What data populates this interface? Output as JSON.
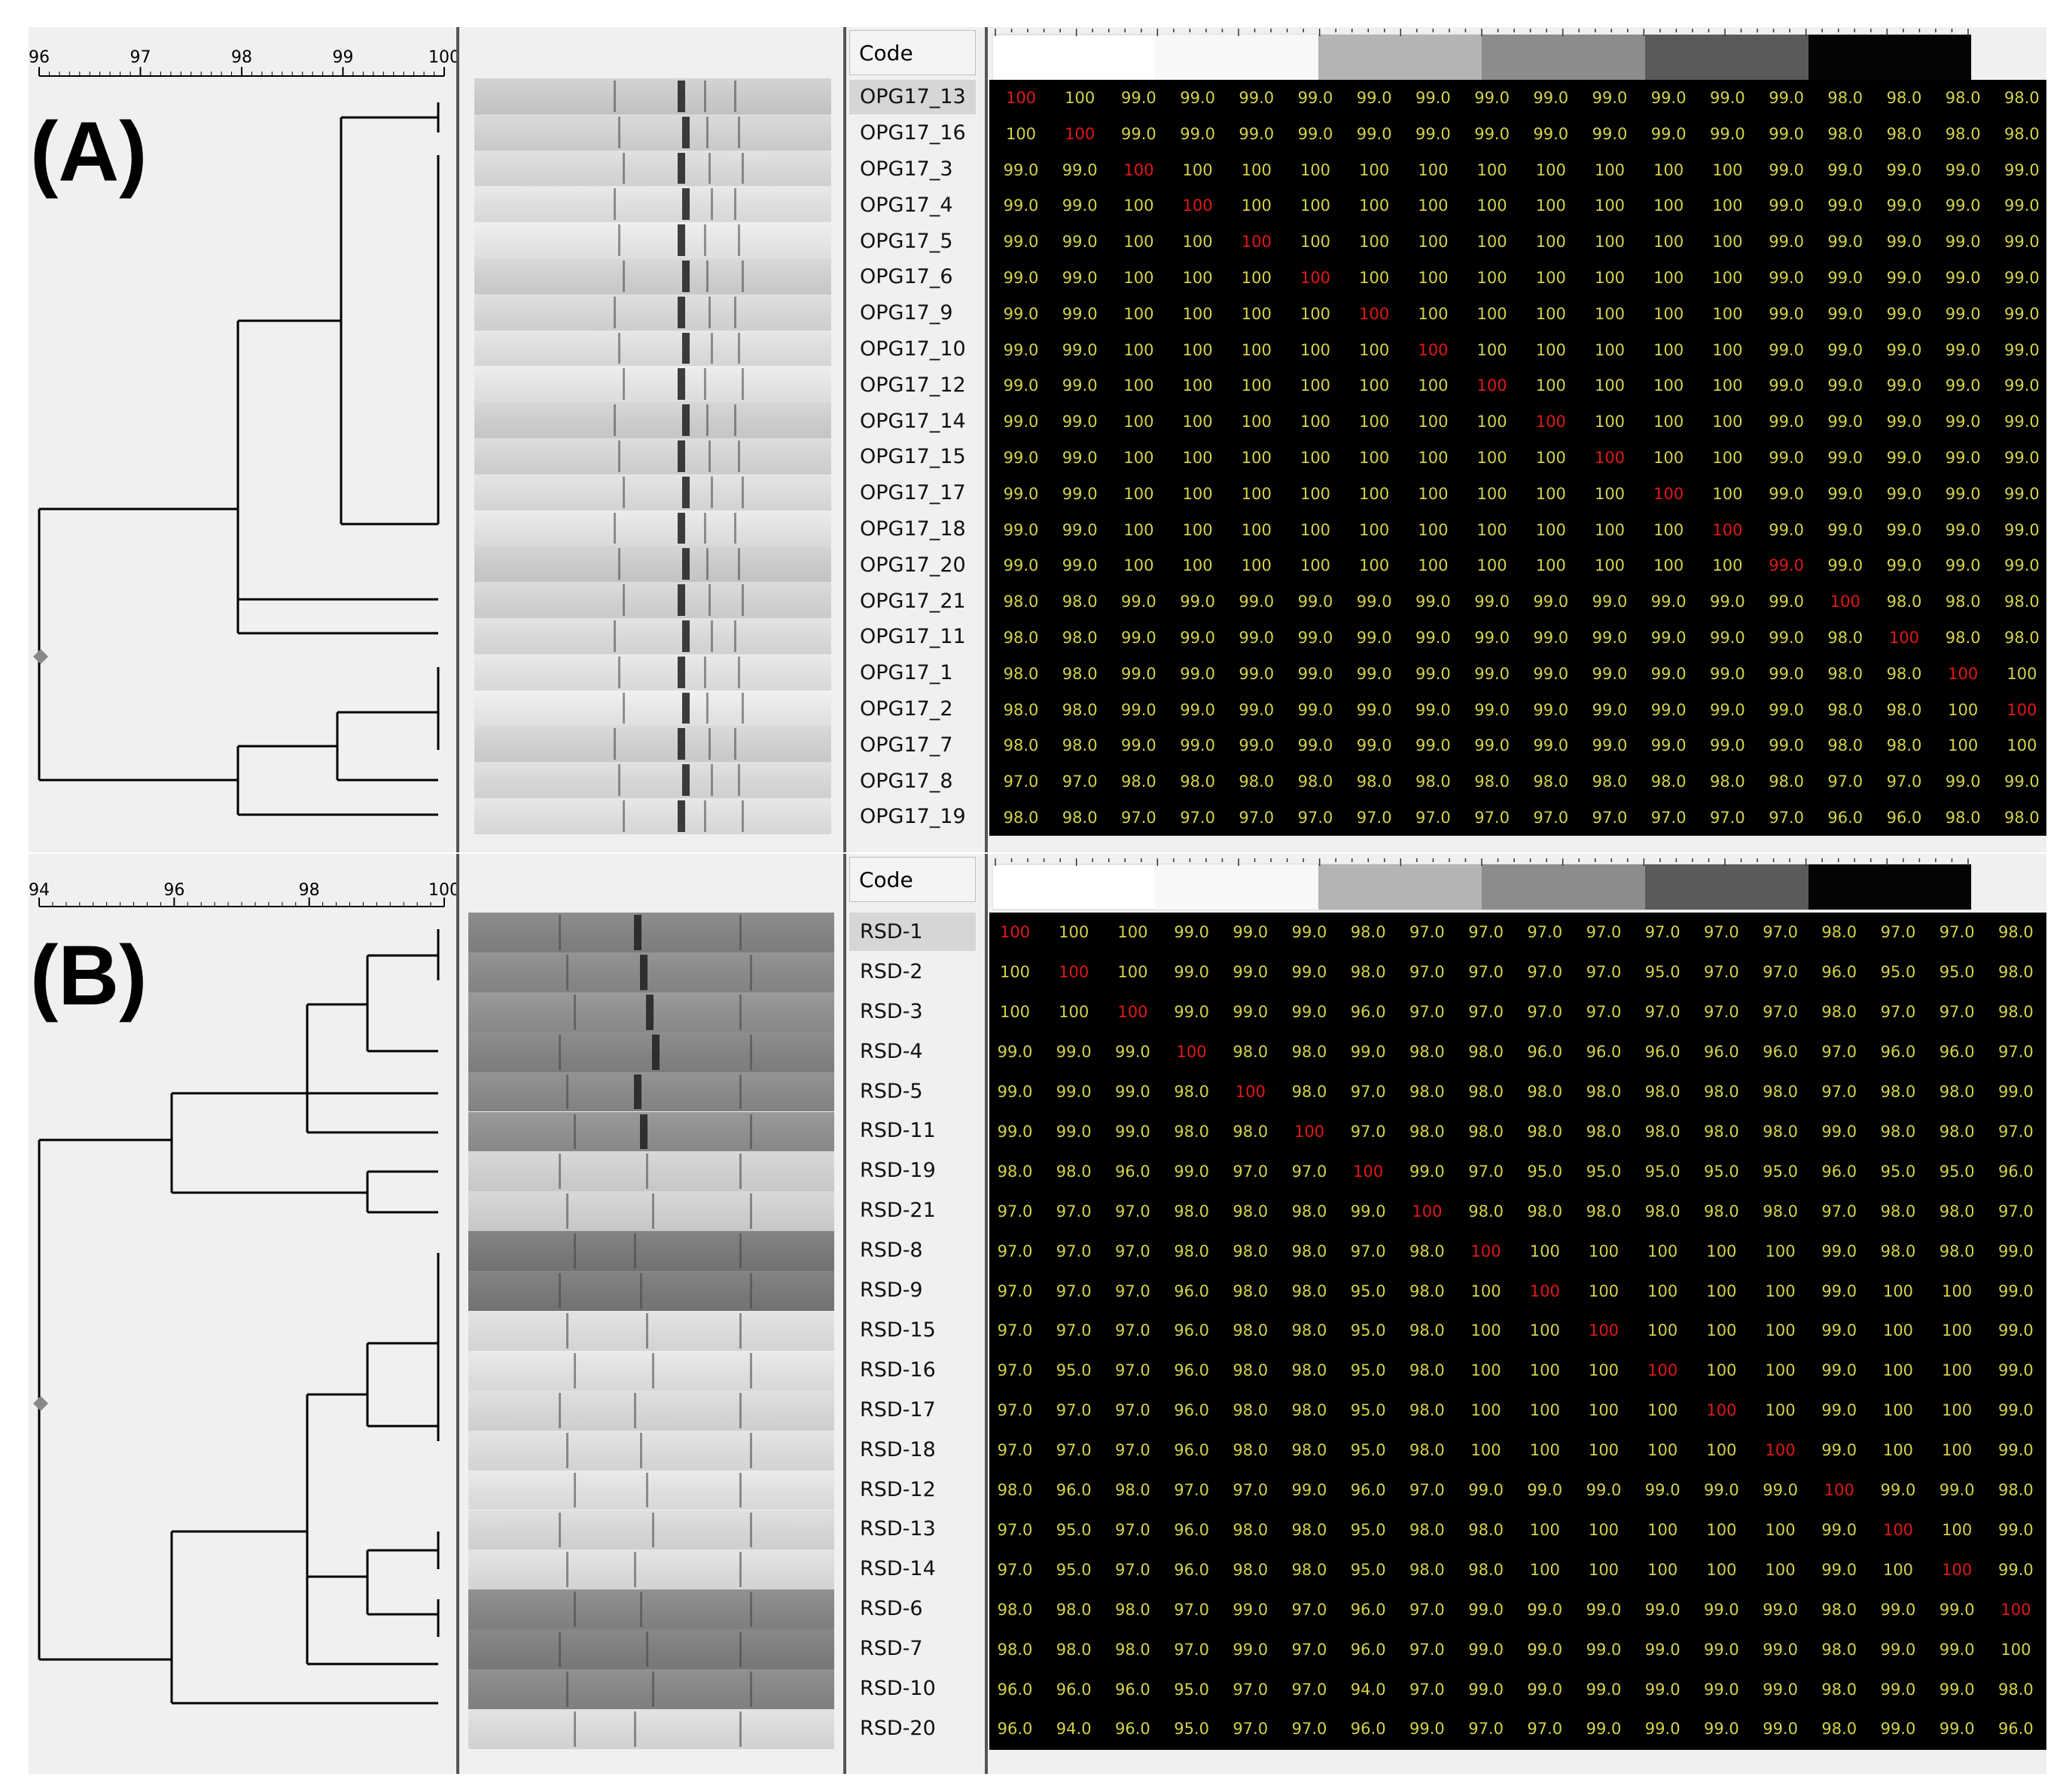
{
  "panels": [
    {
      "id": "A",
      "label": "(A)",
      "code_header": "Code",
      "scale_ticks": [
        "96",
        "97",
        "98",
        "99",
        "100"
      ],
      "rows": [
        "OPG17_13",
        "OPG17_16",
        "OPG17_3",
        "OPG17_4",
        "OPG17_5",
        "OPG17_6",
        "OPG17_9",
        "OPG17_10",
        "OPG17_12",
        "OPG17_14",
        "OPG17_15",
        "OPG17_17",
        "OPG17_18",
        "OPG17_20",
        "OPG17_21",
        "OPG17_11",
        "OPG17_1",
        "OPG17_2",
        "OPG17_7",
        "OPG17_8",
        "OPG17_19"
      ],
      "matrix": [
        [
          "100",
          "100",
          "99.0",
          "99.0",
          "99.0",
          "99.0",
          "99.0",
          "99.0",
          "99.0",
          "99.0",
          "99.0",
          "99.0",
          "99.0",
          "99.0",
          "98.0",
          "98.0",
          "98.0",
          "98.0"
        ],
        [
          "100",
          "100",
          "99.0",
          "99.0",
          "99.0",
          "99.0",
          "99.0",
          "99.0",
          "99.0",
          "99.0",
          "99.0",
          "99.0",
          "99.0",
          "99.0",
          "98.0",
          "98.0",
          "98.0",
          "98.0"
        ],
        [
          "99.0",
          "99.0",
          "100",
          "100",
          "100",
          "100",
          "100",
          "100",
          "100",
          "100",
          "100",
          "100",
          "100",
          "99.0",
          "99.0",
          "99.0",
          "99.0",
          "99.0"
        ],
        [
          "99.0",
          "99.0",
          "100",
          "100",
          "100",
          "100",
          "100",
          "100",
          "100",
          "100",
          "100",
          "100",
          "100",
          "99.0",
          "99.0",
          "99.0",
          "99.0",
          "99.0"
        ],
        [
          "99.0",
          "99.0",
          "100",
          "100",
          "100",
          "100",
          "100",
          "100",
          "100",
          "100",
          "100",
          "100",
          "100",
          "99.0",
          "99.0",
          "99.0",
          "99.0",
          "99.0"
        ],
        [
          "99.0",
          "99.0",
          "100",
          "100",
          "100",
          "100",
          "100",
          "100",
          "100",
          "100",
          "100",
          "100",
          "100",
          "99.0",
          "99.0",
          "99.0",
          "99.0",
          "99.0"
        ],
        [
          "99.0",
          "99.0",
          "100",
          "100",
          "100",
          "100",
          "100",
          "100",
          "100",
          "100",
          "100",
          "100",
          "100",
          "99.0",
          "99.0",
          "99.0",
          "99.0",
          "99.0"
        ],
        [
          "99.0",
          "99.0",
          "100",
          "100",
          "100",
          "100",
          "100",
          "100",
          "100",
          "100",
          "100",
          "100",
          "100",
          "99.0",
          "99.0",
          "99.0",
          "99.0",
          "99.0"
        ],
        [
          "99.0",
          "99.0",
          "100",
          "100",
          "100",
          "100",
          "100",
          "100",
          "100",
          "100",
          "100",
          "100",
          "100",
          "99.0",
          "99.0",
          "99.0",
          "99.0",
          "99.0"
        ],
        [
          "99.0",
          "99.0",
          "100",
          "100",
          "100",
          "100",
          "100",
          "100",
          "100",
          "100",
          "100",
          "100",
          "100",
          "99.0",
          "99.0",
          "99.0",
          "99.0",
          "99.0"
        ],
        [
          "99.0",
          "99.0",
          "100",
          "100",
          "100",
          "100",
          "100",
          "100",
          "100",
          "100",
          "100",
          "100",
          "100",
          "99.0",
          "99.0",
          "99.0",
          "99.0",
          "99.0"
        ],
        [
          "99.0",
          "99.0",
          "100",
          "100",
          "100",
          "100",
          "100",
          "100",
          "100",
          "100",
          "100",
          "100",
          "100",
          "99.0",
          "99.0",
          "99.0",
          "99.0",
          "99.0"
        ],
        [
          "99.0",
          "99.0",
          "100",
          "100",
          "100",
          "100",
          "100",
          "100",
          "100",
          "100",
          "100",
          "100",
          "100",
          "99.0",
          "99.0",
          "99.0",
          "99.0",
          "99.0"
        ],
        [
          "99.0",
          "99.0",
          "100",
          "100",
          "100",
          "100",
          "100",
          "100",
          "100",
          "100",
          "100",
          "100",
          "100",
          "99.0",
          "99.0",
          "99.0",
          "99.0",
          "99.0"
        ],
        [
          "98.0",
          "98.0",
          "99.0",
          "99.0",
          "99.0",
          "99.0",
          "99.0",
          "99.0",
          "99.0",
          "99.0",
          "99.0",
          "99.0",
          "99.0",
          "99.0",
          "100",
          "98.0",
          "98.0",
          "98.0"
        ],
        [
          "98.0",
          "98.0",
          "99.0",
          "99.0",
          "99.0",
          "99.0",
          "99.0",
          "99.0",
          "99.0",
          "99.0",
          "99.0",
          "99.0",
          "99.0",
          "99.0",
          "98.0",
          "100",
          "98.0",
          "98.0"
        ],
        [
          "98.0",
          "98.0",
          "99.0",
          "99.0",
          "99.0",
          "99.0",
          "99.0",
          "99.0",
          "99.0",
          "99.0",
          "99.0",
          "99.0",
          "99.0",
          "99.0",
          "98.0",
          "98.0",
          "100",
          "100"
        ],
        [
          "98.0",
          "98.0",
          "99.0",
          "99.0",
          "99.0",
          "99.0",
          "99.0",
          "99.0",
          "99.0",
          "99.0",
          "99.0",
          "99.0",
          "99.0",
          "99.0",
          "98.0",
          "98.0",
          "100",
          "100"
        ],
        [
          "98.0",
          "98.0",
          "99.0",
          "99.0",
          "99.0",
          "99.0",
          "99.0",
          "99.0",
          "99.0",
          "99.0",
          "99.0",
          "99.0",
          "99.0",
          "99.0",
          "98.0",
          "98.0",
          "100",
          "100"
        ],
        [
          "97.0",
          "97.0",
          "98.0",
          "98.0",
          "98.0",
          "98.0",
          "98.0",
          "98.0",
          "98.0",
          "98.0",
          "98.0",
          "98.0",
          "98.0",
          "98.0",
          "97.0",
          "97.0",
          "99.0",
          "99.0"
        ],
        [
          "98.0",
          "98.0",
          "97.0",
          "97.0",
          "97.0",
          "97.0",
          "97.0",
          "97.0",
          "97.0",
          "97.0",
          "97.0",
          "97.0",
          "97.0",
          "97.0",
          "96.0",
          "96.0",
          "98.0",
          "98.0"
        ]
      ]
    },
    {
      "id": "B",
      "label": "(B)",
      "code_header": "Code",
      "scale_ticks": [
        "94",
        "96",
        "98",
        "100"
      ],
      "rows": [
        "RSD-1",
        "RSD-2",
        "RSD-3",
        "RSD-4",
        "RSD-5",
        "RSD-11",
        "RSD-19",
        "RSD-21",
        "RSD-8",
        "RSD-9",
        "RSD-15",
        "RSD-16",
        "RSD-17",
        "RSD-18",
        "RSD-12",
        "RSD-13",
        "RSD-14",
        "RSD-6",
        "RSD-7",
        "RSD-10",
        "RSD-20"
      ],
      "matrix": [
        [
          "100",
          "100",
          "100",
          "99.0",
          "99.0",
          "99.0",
          "98.0",
          "97.0",
          "97.0",
          "97.0",
          "97.0",
          "97.0",
          "97.0",
          "97.0",
          "98.0",
          "97.0",
          "97.0",
          "98.0"
        ],
        [
          "100",
          "100",
          "100",
          "99.0",
          "99.0",
          "99.0",
          "98.0",
          "97.0",
          "97.0",
          "97.0",
          "97.0",
          "95.0",
          "97.0",
          "97.0",
          "96.0",
          "95.0",
          "95.0",
          "98.0"
        ],
        [
          "100",
          "100",
          "100",
          "99.0",
          "99.0",
          "99.0",
          "96.0",
          "97.0",
          "97.0",
          "97.0",
          "97.0",
          "97.0",
          "97.0",
          "97.0",
          "98.0",
          "97.0",
          "97.0",
          "98.0"
        ],
        [
          "99.0",
          "99.0",
          "99.0",
          "100",
          "98.0",
          "98.0",
          "99.0",
          "98.0",
          "98.0",
          "96.0",
          "96.0",
          "96.0",
          "96.0",
          "96.0",
          "97.0",
          "96.0",
          "96.0",
          "97.0"
        ],
        [
          "99.0",
          "99.0",
          "99.0",
          "98.0",
          "100",
          "98.0",
          "97.0",
          "98.0",
          "98.0",
          "98.0",
          "98.0",
          "98.0",
          "98.0",
          "98.0",
          "97.0",
          "98.0",
          "98.0",
          "99.0"
        ],
        [
          "99.0",
          "99.0",
          "99.0",
          "98.0",
          "98.0",
          "100",
          "97.0",
          "98.0",
          "98.0",
          "98.0",
          "98.0",
          "98.0",
          "98.0",
          "98.0",
          "99.0",
          "98.0",
          "98.0",
          "97.0"
        ],
        [
          "98.0",
          "98.0",
          "96.0",
          "99.0",
          "97.0",
          "97.0",
          "100",
          "99.0",
          "97.0",
          "95.0",
          "95.0",
          "95.0",
          "95.0",
          "95.0",
          "96.0",
          "95.0",
          "95.0",
          "96.0"
        ],
        [
          "97.0",
          "97.0",
          "97.0",
          "98.0",
          "98.0",
          "98.0",
          "99.0",
          "100",
          "98.0",
          "98.0",
          "98.0",
          "98.0",
          "98.0",
          "98.0",
          "97.0",
          "98.0",
          "98.0",
          "97.0"
        ],
        [
          "97.0",
          "97.0",
          "97.0",
          "98.0",
          "98.0",
          "98.0",
          "97.0",
          "98.0",
          "100",
          "100",
          "100",
          "100",
          "100",
          "100",
          "99.0",
          "98.0",
          "98.0",
          "99.0"
        ],
        [
          "97.0",
          "97.0",
          "97.0",
          "96.0",
          "98.0",
          "98.0",
          "95.0",
          "98.0",
          "100",
          "100",
          "100",
          "100",
          "100",
          "100",
          "99.0",
          "100",
          "100",
          "99.0"
        ],
        [
          "97.0",
          "97.0",
          "97.0",
          "96.0",
          "98.0",
          "98.0",
          "95.0",
          "98.0",
          "100",
          "100",
          "100",
          "100",
          "100",
          "100",
          "99.0",
          "100",
          "100",
          "99.0"
        ],
        [
          "97.0",
          "95.0",
          "97.0",
          "96.0",
          "98.0",
          "98.0",
          "95.0",
          "98.0",
          "100",
          "100",
          "100",
          "100",
          "100",
          "100",
          "99.0",
          "100",
          "100",
          "99.0"
        ],
        [
          "97.0",
          "97.0",
          "97.0",
          "96.0",
          "98.0",
          "98.0",
          "95.0",
          "98.0",
          "100",
          "100",
          "100",
          "100",
          "100",
          "100",
          "99.0",
          "100",
          "100",
          "99.0"
        ],
        [
          "97.0",
          "97.0",
          "97.0",
          "96.0",
          "98.0",
          "98.0",
          "95.0",
          "98.0",
          "100",
          "100",
          "100",
          "100",
          "100",
          "100",
          "99.0",
          "100",
          "100",
          "99.0"
        ],
        [
          "98.0",
          "96.0",
          "98.0",
          "97.0",
          "97.0",
          "99.0",
          "96.0",
          "97.0",
          "99.0",
          "99.0",
          "99.0",
          "99.0",
          "99.0",
          "99.0",
          "100",
          "99.0",
          "99.0",
          "98.0"
        ],
        [
          "97.0",
          "95.0",
          "97.0",
          "96.0",
          "98.0",
          "98.0",
          "95.0",
          "98.0",
          "98.0",
          "100",
          "100",
          "100",
          "100",
          "100",
          "99.0",
          "100",
          "100",
          "99.0"
        ],
        [
          "97.0",
          "95.0",
          "97.0",
          "96.0",
          "98.0",
          "98.0",
          "95.0",
          "98.0",
          "98.0",
          "100",
          "100",
          "100",
          "100",
          "100",
          "99.0",
          "100",
          "100",
          "99.0"
        ],
        [
          "98.0",
          "98.0",
          "98.0",
          "97.0",
          "99.0",
          "97.0",
          "96.0",
          "97.0",
          "99.0",
          "99.0",
          "99.0",
          "99.0",
          "99.0",
          "99.0",
          "98.0",
          "99.0",
          "99.0",
          "100"
        ],
        [
          "98.0",
          "98.0",
          "98.0",
          "97.0",
          "99.0",
          "97.0",
          "96.0",
          "97.0",
          "99.0",
          "99.0",
          "99.0",
          "99.0",
          "99.0",
          "99.0",
          "98.0",
          "99.0",
          "99.0",
          "100"
        ],
        [
          "96.0",
          "96.0",
          "96.0",
          "95.0",
          "97.0",
          "97.0",
          "94.0",
          "97.0",
          "99.0",
          "99.0",
          "99.0",
          "99.0",
          "99.0",
          "99.0",
          "98.0",
          "99.0",
          "99.0",
          "98.0"
        ],
        [
          "96.0",
          "94.0",
          "96.0",
          "95.0",
          "97.0",
          "97.0",
          "96.0",
          "99.0",
          "97.0",
          "97.0",
          "99.0",
          "99.0",
          "99.0",
          "99.0",
          "98.0",
          "99.0",
          "99.0",
          "96.0"
        ]
      ]
    }
  ],
  "colors": {
    "panel_bg": "#f0f0f0",
    "matrix_bg": "#000000",
    "value_text": "#d4d24a",
    "diagonal_text": "#e01818",
    "dendrogram_line": "#000000",
    "selected_row": "#d6d6d6"
  }
}
